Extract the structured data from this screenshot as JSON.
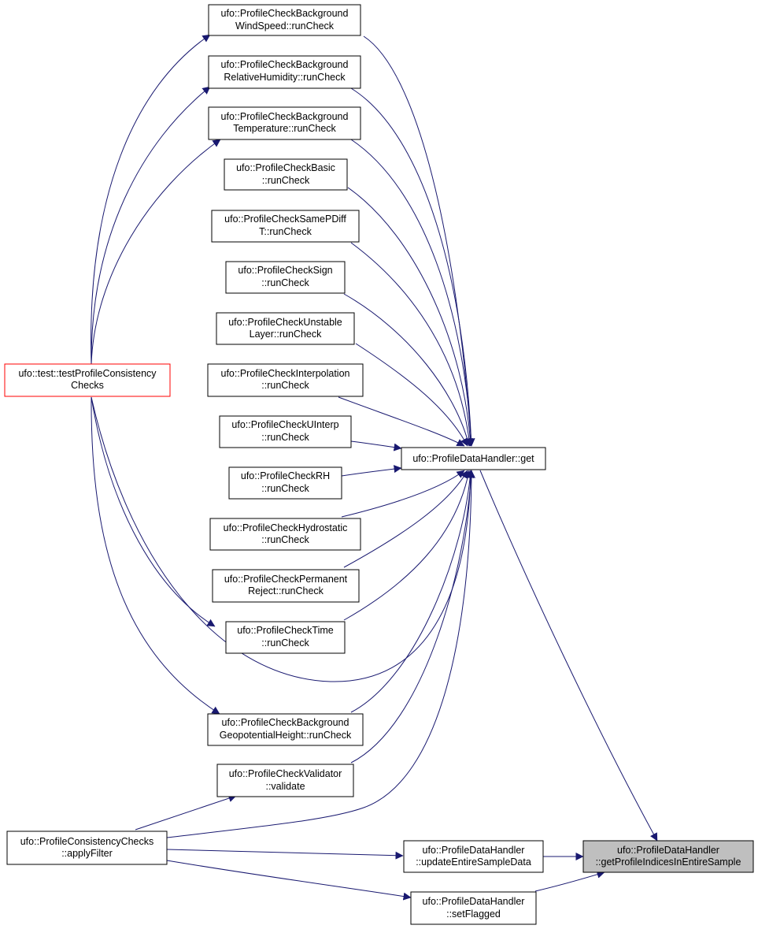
{
  "colors": {
    "edge": "#191970",
    "node_border": "#000000",
    "root_border": "#ff0000",
    "selected_fill": "#bfbfbf"
  },
  "nodes": {
    "windspeed": {
      "lines": [
        "ufo::ProfileCheckBackground",
        "WindSpeed::runCheck"
      ]
    },
    "relhum": {
      "lines": [
        "ufo::ProfileCheckBackground",
        "RelativeHumidity::runCheck"
      ]
    },
    "temperature": {
      "lines": [
        "ufo::ProfileCheckBackground",
        "Temperature::runCheck"
      ]
    },
    "basic": {
      "lines": [
        "ufo::ProfileCheckBasic",
        "::runCheck"
      ]
    },
    "samepdiff": {
      "lines": [
        "ufo::ProfileCheckSamePDiff",
        "T::runCheck"
      ]
    },
    "sign": {
      "lines": [
        "ufo::ProfileCheckSign",
        "::runCheck"
      ]
    },
    "unstable": {
      "lines": [
        "ufo::ProfileCheckUnstable",
        "Layer::runCheck"
      ]
    },
    "interp": {
      "lines": [
        "ufo::ProfileCheckInterpolation",
        "::runCheck"
      ]
    },
    "uinterp": {
      "lines": [
        "ufo::ProfileCheckUInterp",
        "::runCheck"
      ]
    },
    "rh": {
      "lines": [
        "ufo::ProfileCheckRH",
        "::runCheck"
      ]
    },
    "hydrostatic": {
      "lines": [
        "ufo::ProfileCheckHydrostatic",
        "::runCheck"
      ]
    },
    "permreject": {
      "lines": [
        "ufo::ProfileCheckPermanent",
        "Reject::runCheck"
      ]
    },
    "time": {
      "lines": [
        "ufo::ProfileCheckTime",
        "::runCheck"
      ]
    },
    "geopot": {
      "lines": [
        "ufo::ProfileCheckBackground",
        "GeopotentialHeight::runCheck"
      ]
    },
    "validator": {
      "lines": [
        "ufo::ProfileCheckValidator",
        "::validate"
      ]
    },
    "testpc": {
      "lines": [
        "ufo::test::testProfileConsistency",
        "Checks"
      ]
    },
    "get": {
      "lines": [
        "ufo::ProfileDataHandler::get"
      ]
    },
    "applyfilter": {
      "lines": [
        "ufo::ProfileConsistencyChecks",
        "::applyFilter"
      ]
    },
    "update": {
      "lines": [
        "ufo::ProfileDataHandler",
        "::updateEntireSampleData"
      ]
    },
    "setflagged": {
      "lines": [
        "ufo::ProfileDataHandler",
        "::setFlagged"
      ]
    },
    "indices": {
      "lines": [
        "ufo::ProfileDataHandler",
        "::getProfileIndicesInEntireSample"
      ]
    }
  }
}
